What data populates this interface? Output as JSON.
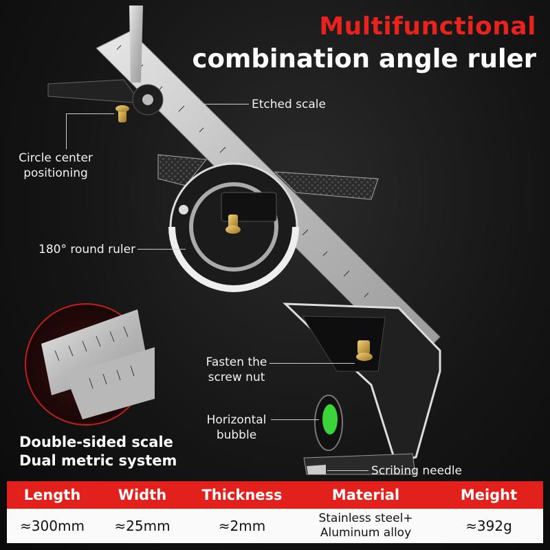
{
  "headline": {
    "line1": "Multifunctional",
    "line2": "combination angle ruler"
  },
  "callouts": {
    "etched_scale": "Etched scale",
    "circle_center_1": "Circle center",
    "circle_center_2": "positioning",
    "round_ruler": "180° round ruler",
    "fasten_1": "Fasten the",
    "fasten_2": "screw nut",
    "bubble_1": "Horizontal",
    "bubble_2": "bubble",
    "scribing": "Scribing needle"
  },
  "features": {
    "line1": "Double-sided scale",
    "line2": "Dual metric system"
  },
  "specs": {
    "headers": [
      "Length",
      "Width",
      "Thickness",
      "Material",
      "Meight"
    ],
    "values": [
      "≈300mm",
      "≈25mm",
      "≈2mm",
      "Stainless steel+",
      "≈392g"
    ],
    "material_line2": "Aluminum alloy"
  },
  "colors": {
    "accent_red": "#e2211c",
    "title_red": "#e8221c",
    "steel": "#c8c8c8",
    "brass": "#c9a045",
    "bubble_green": "#3bd43b"
  },
  "icons": {
    "product": "combination-square-ruler",
    "zoom": "scale-closeup-circle"
  }
}
